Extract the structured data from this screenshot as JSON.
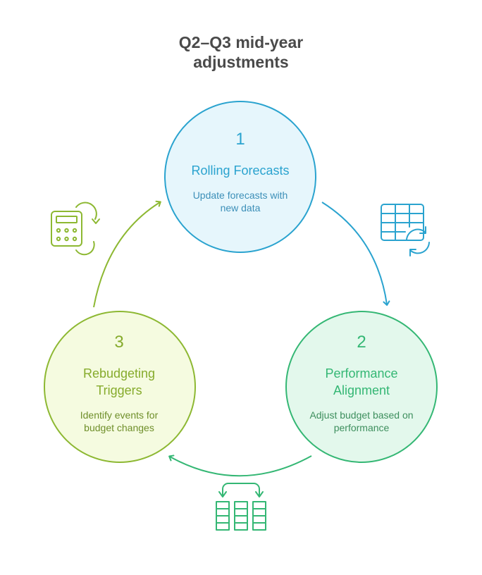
{
  "title": {
    "line1": "Q2–Q3 mid-year",
    "line2": "adjustments"
  },
  "nodes": [
    {
      "number": "1",
      "title": "Rolling Forecasts",
      "description_line1": "Update forecasts with",
      "description_line2": "new data",
      "icon": "spreadsheet-refresh-icon"
    },
    {
      "number": "2",
      "title_line1": "Performance",
      "title_line2": "Alignment",
      "description_line1": "Adjust budget based on",
      "description_line2": "performance",
      "icon": "transfer-columns-icon"
    },
    {
      "number": "3",
      "title_line1": "Rebudgeting",
      "title_line2": "Triggers",
      "description_line1": "Identify events for",
      "description_line2": "budget changes",
      "icon": "calculator-cycle-icon"
    }
  ],
  "colors": {
    "blue_stroke": "#2aa3cf",
    "blue_fill": "#e6f6fc",
    "green_stroke": "#34b774",
    "green_fill": "#e3f8ec",
    "lime_stroke": "#8db832",
    "lime_fill": "#f5fbe0",
    "title": "#4a4a4a"
  }
}
